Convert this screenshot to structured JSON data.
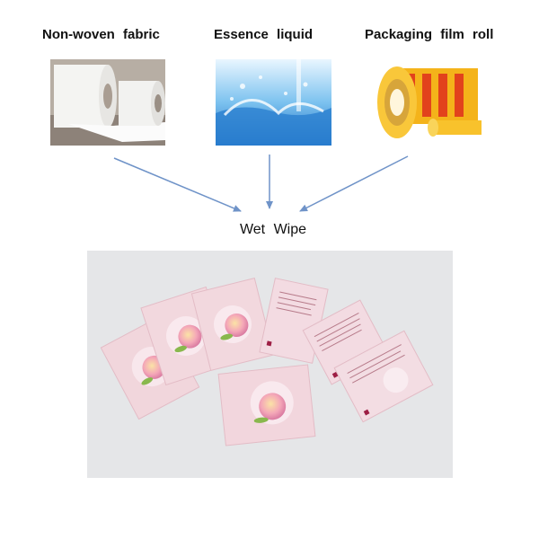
{
  "inputs": [
    {
      "label": "Non-woven  fabric"
    },
    {
      "label": "Essence  liquid"
    },
    {
      "label": "Packaging  film  roll"
    }
  ],
  "output": {
    "label": "Wet  Wipe"
  },
  "colors": {
    "arrow": "#6f93c8",
    "sachet_pink": "#f1d6dc",
    "water_blue": "#3f8fd9",
    "film_yellow": "#f4b31a"
  }
}
